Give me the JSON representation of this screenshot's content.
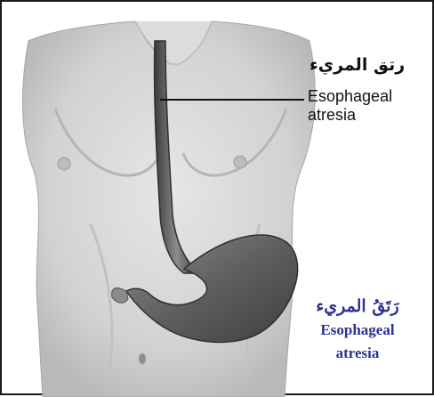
{
  "figure": {
    "anatomy_label": {
      "arabic": "رتق المريء",
      "english_line1": "Esophageal",
      "english_line2": "atresia"
    },
    "caption": {
      "arabic": "رَتَقُ المريء",
      "english_line1": "Esophageal",
      "english_line2": "atresia"
    },
    "colors": {
      "caption_text": "#2e3192",
      "label_text": "#111111",
      "organ": "#5f5f5f",
      "skin": "#d9d9d9"
    }
  }
}
